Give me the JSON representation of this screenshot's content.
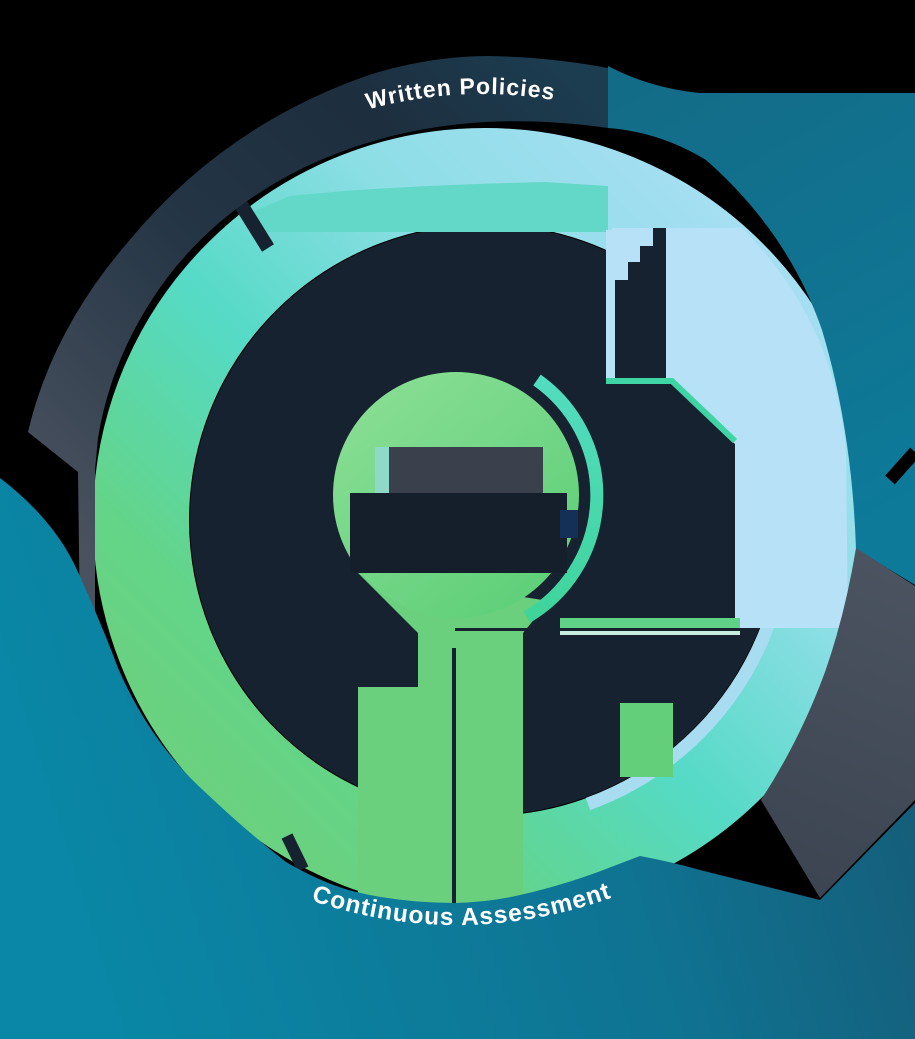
{
  "diagram": {
    "type": "circular-compliance-cycle-illustration",
    "labels": {
      "top": "Written Policies",
      "bottom": "Continuous Assessment"
    },
    "label_color": "#ffffff",
    "background": "#000000",
    "colors": {
      "ring_blue": "#aedff7",
      "ring_pale_teal": "#8edee6",
      "ring_teal": "#55dac6",
      "ring_mint": "#63d488",
      "ring_green": "#6fd079",
      "arc_top_slate": "#4a525f",
      "arc_top_navy_mid": "#243545",
      "arc_top_navy": "#1d2e3e",
      "arc_top_teal_end": "#1c3c50",
      "petrol_light": "#136c87",
      "petrol_deep": "#0d7a9a",
      "slate_wedge_light": "#4a535f",
      "slate_wedge_deep": "#3a434f",
      "bottom_arc_dark": "#155e7a",
      "bottom_arc_mid": "#0f7392",
      "bottom_arc_bright": "#0a87a6",
      "interior_navy": "#16222f",
      "sky_blue": "#b7e1f6",
      "surface_teal": "#64d8c8",
      "circle_green_light": "#86dd92",
      "circle_green_deep": "#5ecf79",
      "rim_teal": "#52dcc0",
      "rim_green": "#3fd49b",
      "inner_stripe_blue": "#a8dcf0",
      "block_slate": "#3a404c",
      "block_navy": "#151f2c",
      "block_blue": "#143057",
      "block_teal_strip": "#8fd9cb",
      "doc_edge_green": "#3ed4a4",
      "doc_band_green": "#5fd287",
      "doc_band_pale": "#c9ece0",
      "road_green": "#6ad07e",
      "bush_green": "#63cf7a"
    }
  }
}
